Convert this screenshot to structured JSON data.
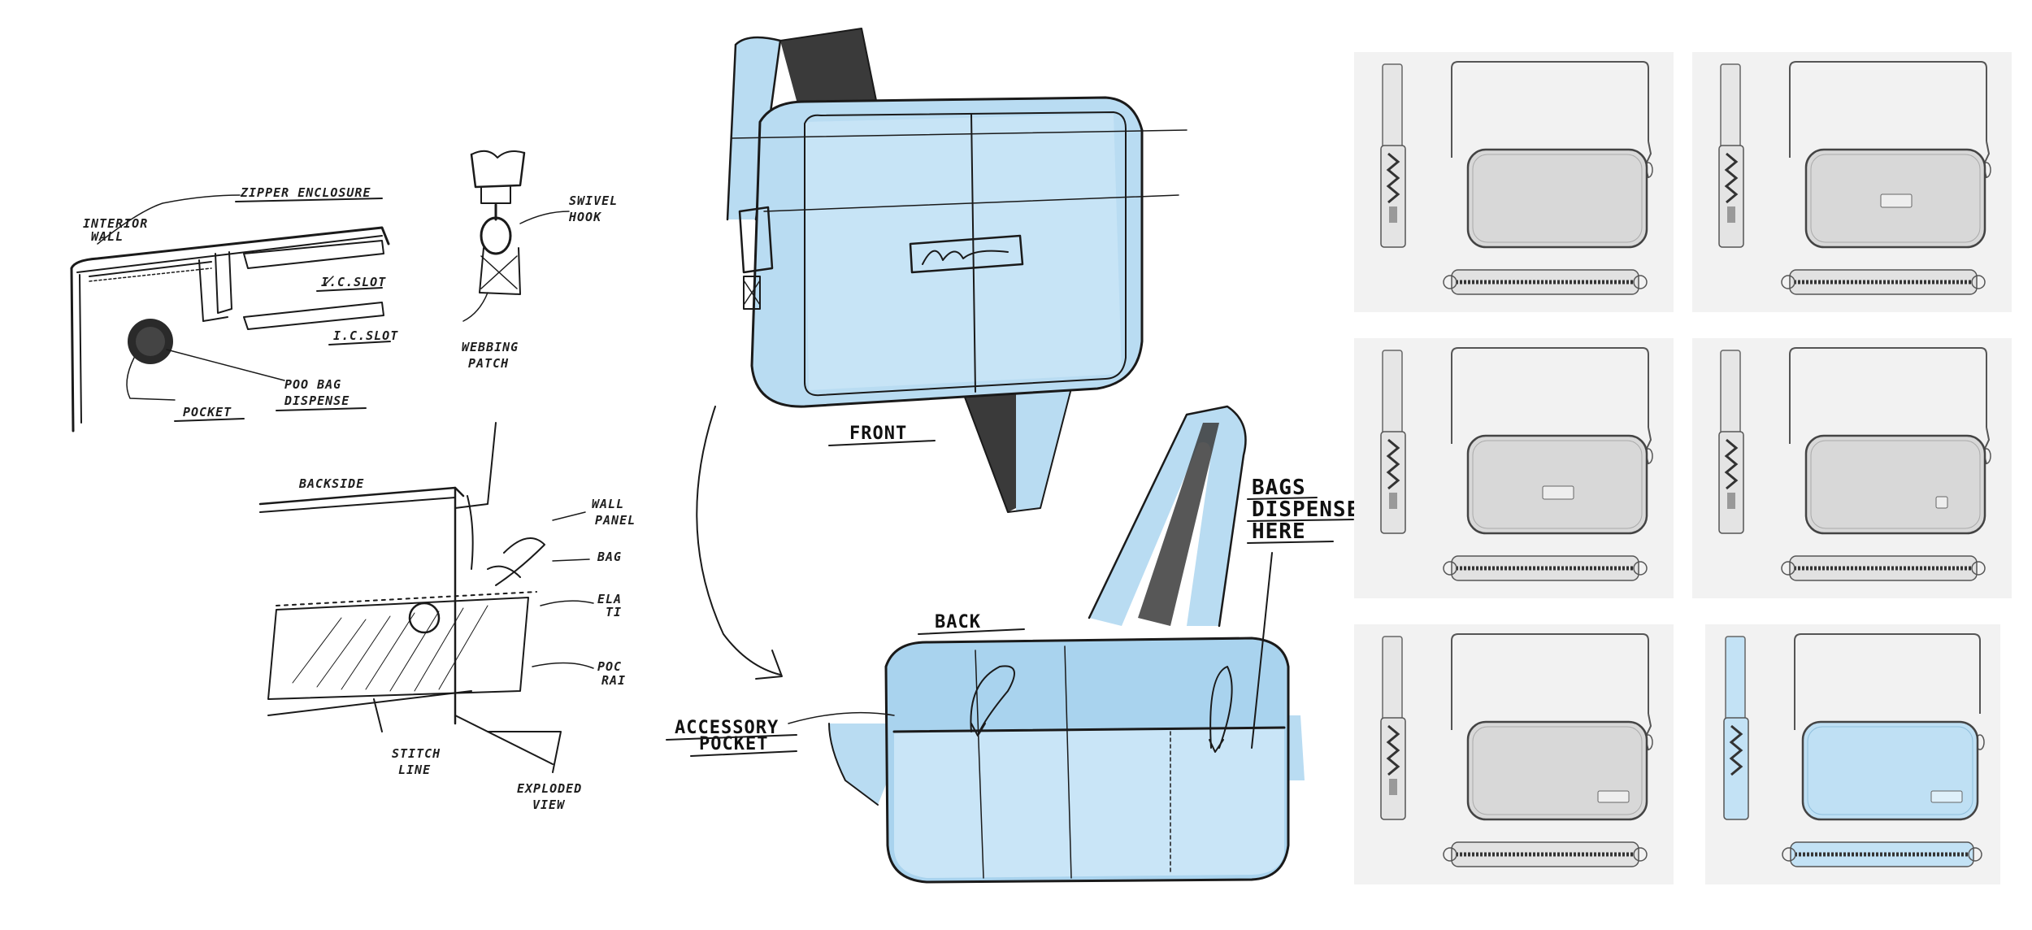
{
  "labels": {
    "interior_wall_1": "INTERIOR",
    "interior_wall_2": "WALL",
    "zipper_enclosure": "ZIPPER ENCLOSURE",
    "ic_slot_1": "I.C.SLOT",
    "ic_slot_2": "I.C.SLOT",
    "poo_bag_1": "POO BAG",
    "poo_bag_2": "DISPENSE",
    "pocket": "POCKET",
    "swivel_1": "SWIVEL",
    "swivel_2": "HOOK",
    "webbing_1": "WEBBING",
    "webbing_2": "PATCH",
    "backside": "BACKSIDE",
    "wall_panel_1": "WALL",
    "wall_panel_2": "PANEL",
    "bag": "BAG",
    "ela_1": "ELA",
    "ela_2": "TI",
    "poc_1": "POC",
    "poc_2": "RAI",
    "stitch_1": "STITCH",
    "stitch_2": "LINE",
    "exploded_1": "EXPLODED",
    "exploded_2": "VIEW",
    "front": "FRONT",
    "back": "BACK",
    "accessory_1": "ACCESSORY",
    "accessory_2": "POCKET",
    "bags_1": "BAGS",
    "bags_2": "DISPENSED",
    "bags_3": "HERE"
  },
  "colors": {
    "sketch_blue": "#b9dcf2",
    "ink": "#1a1a1a",
    "panel_bg": "#f2f2f2",
    "render_grey": "#d6d6d6",
    "render_blue": "#bfe0f4"
  },
  "variants": [
    {
      "id": 1,
      "body_color": "grey",
      "logo": "none"
    },
    {
      "id": 2,
      "body_color": "grey",
      "logo": "center"
    },
    {
      "id": 3,
      "body_color": "grey",
      "logo": "center-low"
    },
    {
      "id": 4,
      "body_color": "grey",
      "logo": "small-corner"
    },
    {
      "id": 5,
      "body_color": "grey",
      "logo": "bottom-right"
    },
    {
      "id": 6,
      "body_color": "blue",
      "logo": "bottom-right"
    }
  ]
}
